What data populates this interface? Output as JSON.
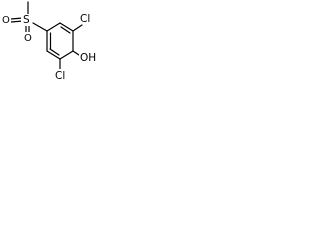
{
  "structure": {
    "labels": {
      "cl_top": "Cl",
      "cl_bottom": "Cl",
      "oh": "OH",
      "s": "S",
      "o_left": "O",
      "o_bottom": "O"
    }
  },
  "colors": {
    "ink": "#000000",
    "background": "#ffffff"
  }
}
